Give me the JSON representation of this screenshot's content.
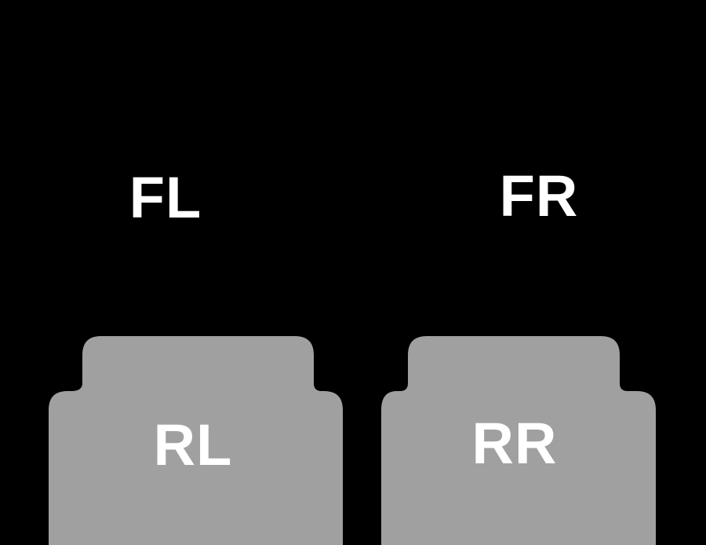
{
  "diagram": {
    "description": "vehicle-position-floor-mat-layout",
    "labels": {
      "front_left": "FL",
      "front_right": "FR",
      "rear_left": "RL",
      "rear_right": "RR"
    },
    "colors": {
      "background": "#000000",
      "mat_gray": "#a0a0a0",
      "label_text": "#ffffff"
    }
  }
}
